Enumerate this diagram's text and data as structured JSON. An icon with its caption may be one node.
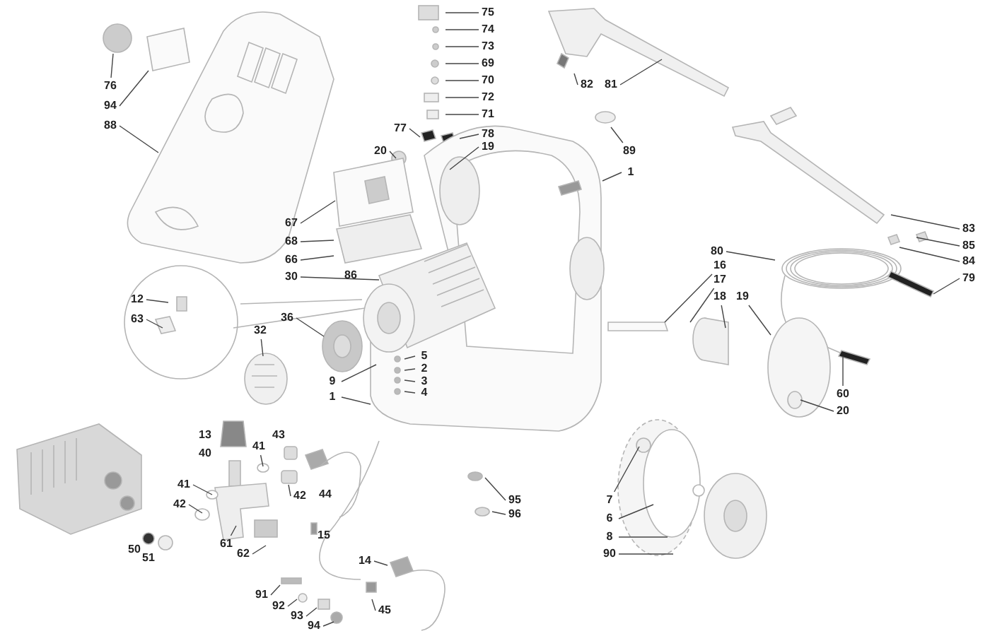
{
  "diagram": {
    "nodes": [
      {
        "text": [
          "76"
        ]
      },
      {
        "text": [
          "94"
        ]
      },
      {
        "text": [
          "88"
        ]
      },
      {
        "text": [
          "75"
        ]
      },
      {
        "text": [
          "74"
        ]
      },
      {
        "text": [
          "73"
        ]
      },
      {
        "text": [
          "69"
        ]
      },
      {
        "text": [
          "70"
        ]
      },
      {
        "text": [
          "72"
        ]
      },
      {
        "text": [
          "71"
        ]
      },
      {
        "text": [
          "77"
        ]
      },
      {
        "text": [
          "78"
        ]
      },
      {
        "text": [
          "19"
        ]
      },
      {
        "text": [
          "20"
        ]
      },
      {
        "text": [
          "67"
        ]
      },
      {
        "text": [
          "68"
        ]
      },
      {
        "text": [
          "66"
        ]
      },
      {
        "text": [
          "30"
        ]
      },
      {
        "text": [
          "82"
        ]
      },
      {
        "text": [
          "81"
        ]
      },
      {
        "text": [
          "89"
        ]
      },
      {
        "text": [
          "1"
        ]
      },
      {
        "text": [
          "83"
        ]
      },
      {
        "text": [
          "85"
        ]
      },
      {
        "text": [
          "84"
        ]
      },
      {
        "text": [
          "79"
        ]
      },
      {
        "text": [
          "80"
        ]
      },
      {
        "text": [
          "16"
        ]
      },
      {
        "text": [
          "17"
        ]
      },
      {
        "text": [
          "18"
        ]
      },
      {
        "text": [
          "19"
        ]
      },
      {
        "text": [
          "12"
        ]
      },
      {
        "text": [
          "63"
        ]
      },
      {
        "text": [
          "36"
        ]
      },
      {
        "text": [
          "32"
        ]
      },
      {
        "text": [
          "5"
        ]
      },
      {
        "text": [
          "2"
        ]
      },
      {
        "text": [
          "3"
        ]
      },
      {
        "text": [
          "9"
        ]
      },
      {
        "text": [
          "4"
        ]
      },
      {
        "text": [
          "1"
        ]
      },
      {
        "text": [
          "41"
        ]
      },
      {
        "text": [
          "41"
        ]
      },
      {
        "text": [
          "42"
        ]
      },
      {
        "text": [
          "42"
        ]
      },
      {
        "text": [
          "61"
        ]
      },
      {
        "text": [
          "62"
        ]
      },
      {
        "text": [
          "14"
        ]
      },
      {
        "text": [
          "91"
        ]
      },
      {
        "text": [
          "92"
        ]
      },
      {
        "text": [
          "93"
        ]
      },
      {
        "text": [
          "94"
        ]
      },
      {
        "text": [
          "45"
        ]
      },
      {
        "text": [
          "95"
        ]
      },
      {
        "text": [
          "96"
        ]
      },
      {
        "text": [
          "7"
        ]
      },
      {
        "text": [
          "6"
        ]
      },
      {
        "text": [
          "8"
        ]
      },
      {
        "text": [
          "90"
        ]
      },
      {
        "text": [
          "60"
        ]
      },
      {
        "text": [
          "20"
        ]
      }
    ],
    "edges": [
      {
        "from": 0,
        "to": null,
        "arrow": "none"
      },
      {
        "from": 1,
        "to": null,
        "arrow": "none"
      },
      {
        "from": 2,
        "to": null,
        "arrow": "none"
      },
      {
        "from": 3,
        "to": null,
        "arrow": "none"
      },
      {
        "from": 4,
        "to": null,
        "arrow": "none"
      },
      {
        "from": 5,
        "to": null,
        "arrow": "none"
      },
      {
        "from": 6,
        "to": null,
        "arrow": "none"
      },
      {
        "from": 7,
        "to": null,
        "arrow": "none"
      },
      {
        "from": 8,
        "to": null,
        "arrow": "none"
      },
      {
        "from": 9,
        "to": null,
        "arrow": "none"
      },
      {
        "from": 10,
        "to": null,
        "arrow": "none"
      },
      {
        "from": 11,
        "to": null,
        "arrow": "none"
      },
      {
        "from": 12,
        "to": null,
        "arrow": "none"
      },
      {
        "from": 13,
        "to": null,
        "arrow": "none"
      },
      {
        "from": 14,
        "to": null,
        "arrow": "none"
      },
      {
        "from": 15,
        "to": null,
        "arrow": "none"
      },
      {
        "from": 16,
        "to": null,
        "arrow": "none"
      },
      {
        "from": 17,
        "to": null,
        "arrow": "none"
      },
      {
        "from": 18,
        "to": null,
        "arrow": "none"
      },
      {
        "from": 19,
        "to": null,
        "arrow": "none"
      },
      {
        "from": 20,
        "to": null,
        "arrow": "none"
      },
      {
        "from": 21,
        "to": null,
        "arrow": "none"
      },
      {
        "from": 22,
        "to": null,
        "arrow": "none"
      },
      {
        "from": 23,
        "to": null,
        "arrow": "none"
      },
      {
        "from": 24,
        "to": null,
        "arrow": "none"
      },
      {
        "from": 25,
        "to": null,
        "arrow": "none"
      },
      {
        "from": 26,
        "to": null,
        "arrow": "none"
      },
      {
        "from": 27,
        "to": null,
        "arrow": "none"
      },
      {
        "from": 28,
        "to": null,
        "arrow": "none"
      },
      {
        "from": 29,
        "to": null,
        "arrow": "none"
      },
      {
        "from": 30,
        "to": null,
        "arrow": "none"
      },
      {
        "from": 31,
        "to": null,
        "arrow": "none"
      },
      {
        "from": 32,
        "to": null,
        "arrow": "none"
      },
      {
        "from": 33,
        "to": null,
        "arrow": "none"
      },
      {
        "from": 34,
        "to": null,
        "arrow": "none"
      },
      {
        "from": 35,
        "to": null,
        "arrow": "none"
      },
      {
        "from": 36,
        "to": null,
        "arrow": "none"
      },
      {
        "from": 37,
        "to": null,
        "arrow": "none"
      },
      {
        "from": 38,
        "to": null,
        "arrow": "none"
      },
      {
        "from": 39,
        "to": null,
        "arrow": "none"
      },
      {
        "from": 40,
        "to": null,
        "arrow": "none"
      },
      {
        "from": 41,
        "to": null,
        "arrow": "none"
      },
      {
        "from": 42,
        "to": null,
        "arrow": "none"
      },
      {
        "from": 43,
        "to": null,
        "arrow": "none"
      },
      {
        "from": 44,
        "to": null,
        "arrow": "none"
      },
      {
        "from": 45,
        "to": null,
        "arrow": "none"
      },
      {
        "from": 46,
        "to": null,
        "arrow": "none"
      },
      {
        "from": 47,
        "to": null,
        "arrow": "none"
      },
      {
        "from": 48,
        "to": null,
        "arrow": "none"
      },
      {
        "from": 49,
        "to": null,
        "arrow": "none"
      },
      {
        "from": 50,
        "to": null,
        "arrow": "none"
      },
      {
        "from": 51,
        "to": null,
        "arrow": "none"
      },
      {
        "from": 52,
        "to": null,
        "arrow": "none"
      },
      {
        "from": 53,
        "to": null,
        "arrow": "none"
      },
      {
        "from": 54,
        "to": null,
        "arrow": "none"
      },
      {
        "from": 55,
        "to": null,
        "arrow": "none"
      },
      {
        "from": 56,
        "to": null,
        "arrow": "none"
      },
      {
        "from": 57,
        "to": null,
        "arrow": "none"
      },
      {
        "from": 58,
        "to": null,
        "arrow": "none"
      },
      {
        "from": 59,
        "to": null,
        "arrow": "none"
      },
      {
        "from": 60,
        "to": null,
        "arrow": "none"
      }
    ],
    "labels": [
      "86",
      "13",
      "43",
      "40",
      "44",
      "15",
      "50",
      "51"
    ]
  }
}
